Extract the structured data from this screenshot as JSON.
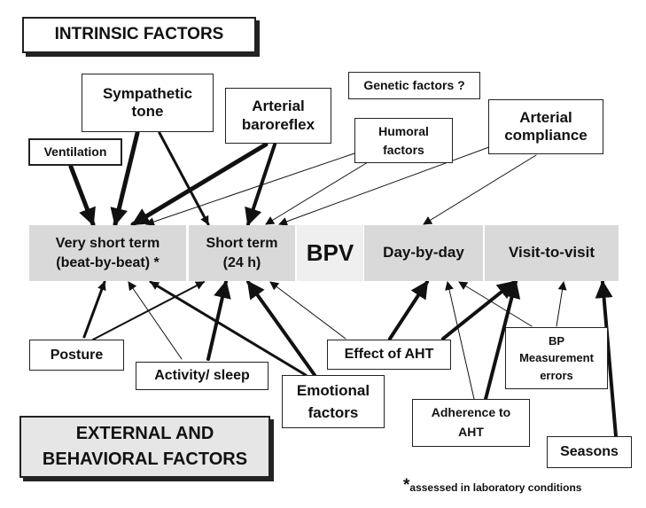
{
  "headings": {
    "intrinsic": "INTRINSIC FACTORS",
    "external": "EXTERNAL AND\nBEHAVIORAL FACTORS"
  },
  "intrinsic_factors": {
    "sympathetic": "Sympathetic\ntone",
    "ventilation": "Ventilation",
    "baroreflex": "Arterial\nbaroreflex",
    "genetic": "Genetic factors ?",
    "humoral": "Humoral\nfactors",
    "compliance": "Arterial\ncompliance"
  },
  "bpv_band": {
    "very_short": "Very short term\n(beat-by-beat) *",
    "short": "Short term\n(24 h)",
    "center": "BPV",
    "day": "Day-by-day",
    "visit": "Visit-to-visit"
  },
  "external_factors": {
    "posture": "Posture",
    "activity": "Activity/ sleep",
    "emotional": "Emotional\nfactors",
    "aht": "Effect of AHT",
    "measurement": "BP\nMeasurement\nerrors",
    "adherence": "Adherence to\nAHT",
    "seasons": "Seasons"
  },
  "footnote": {
    "star": "*",
    "text": "assessed in laboratory conditions"
  }
}
